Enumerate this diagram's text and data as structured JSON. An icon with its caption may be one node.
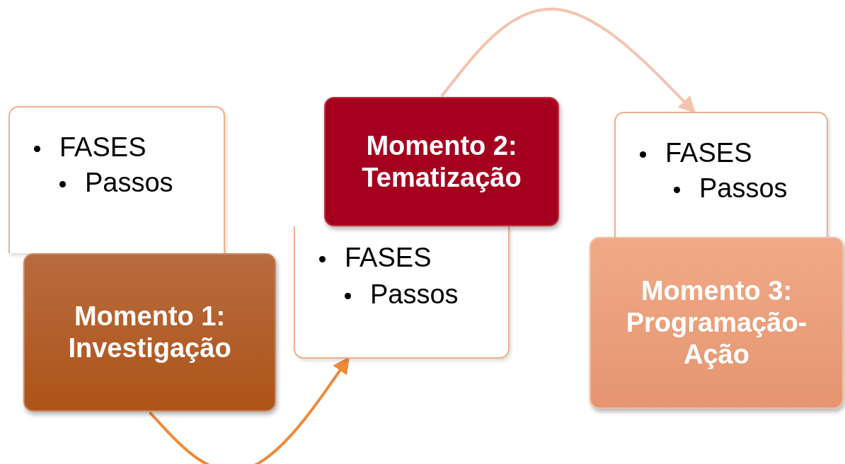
{
  "diagram": {
    "nodes": [
      {
        "text": [
          "FASES",
          "Passos"
        ]
      },
      {
        "text": [
          "Momento 1: Investigação"
        ]
      },
      {
        "text": [
          "FASES",
          "Passos"
        ]
      },
      {
        "text": [
          "Momento 2: Tematização"
        ]
      },
      {
        "text": [
          "FASES",
          "Passos"
        ]
      },
      {
        "text": [
          "Momento 3: Programação-Ação"
        ]
      }
    ],
    "edges": [
      {
        "from": 1,
        "to": 2,
        "arrow": "to"
      },
      {
        "from": 3,
        "to": 4,
        "arrow": "to",
        "color": "#f4c4ae"
      }
    ]
  }
}
